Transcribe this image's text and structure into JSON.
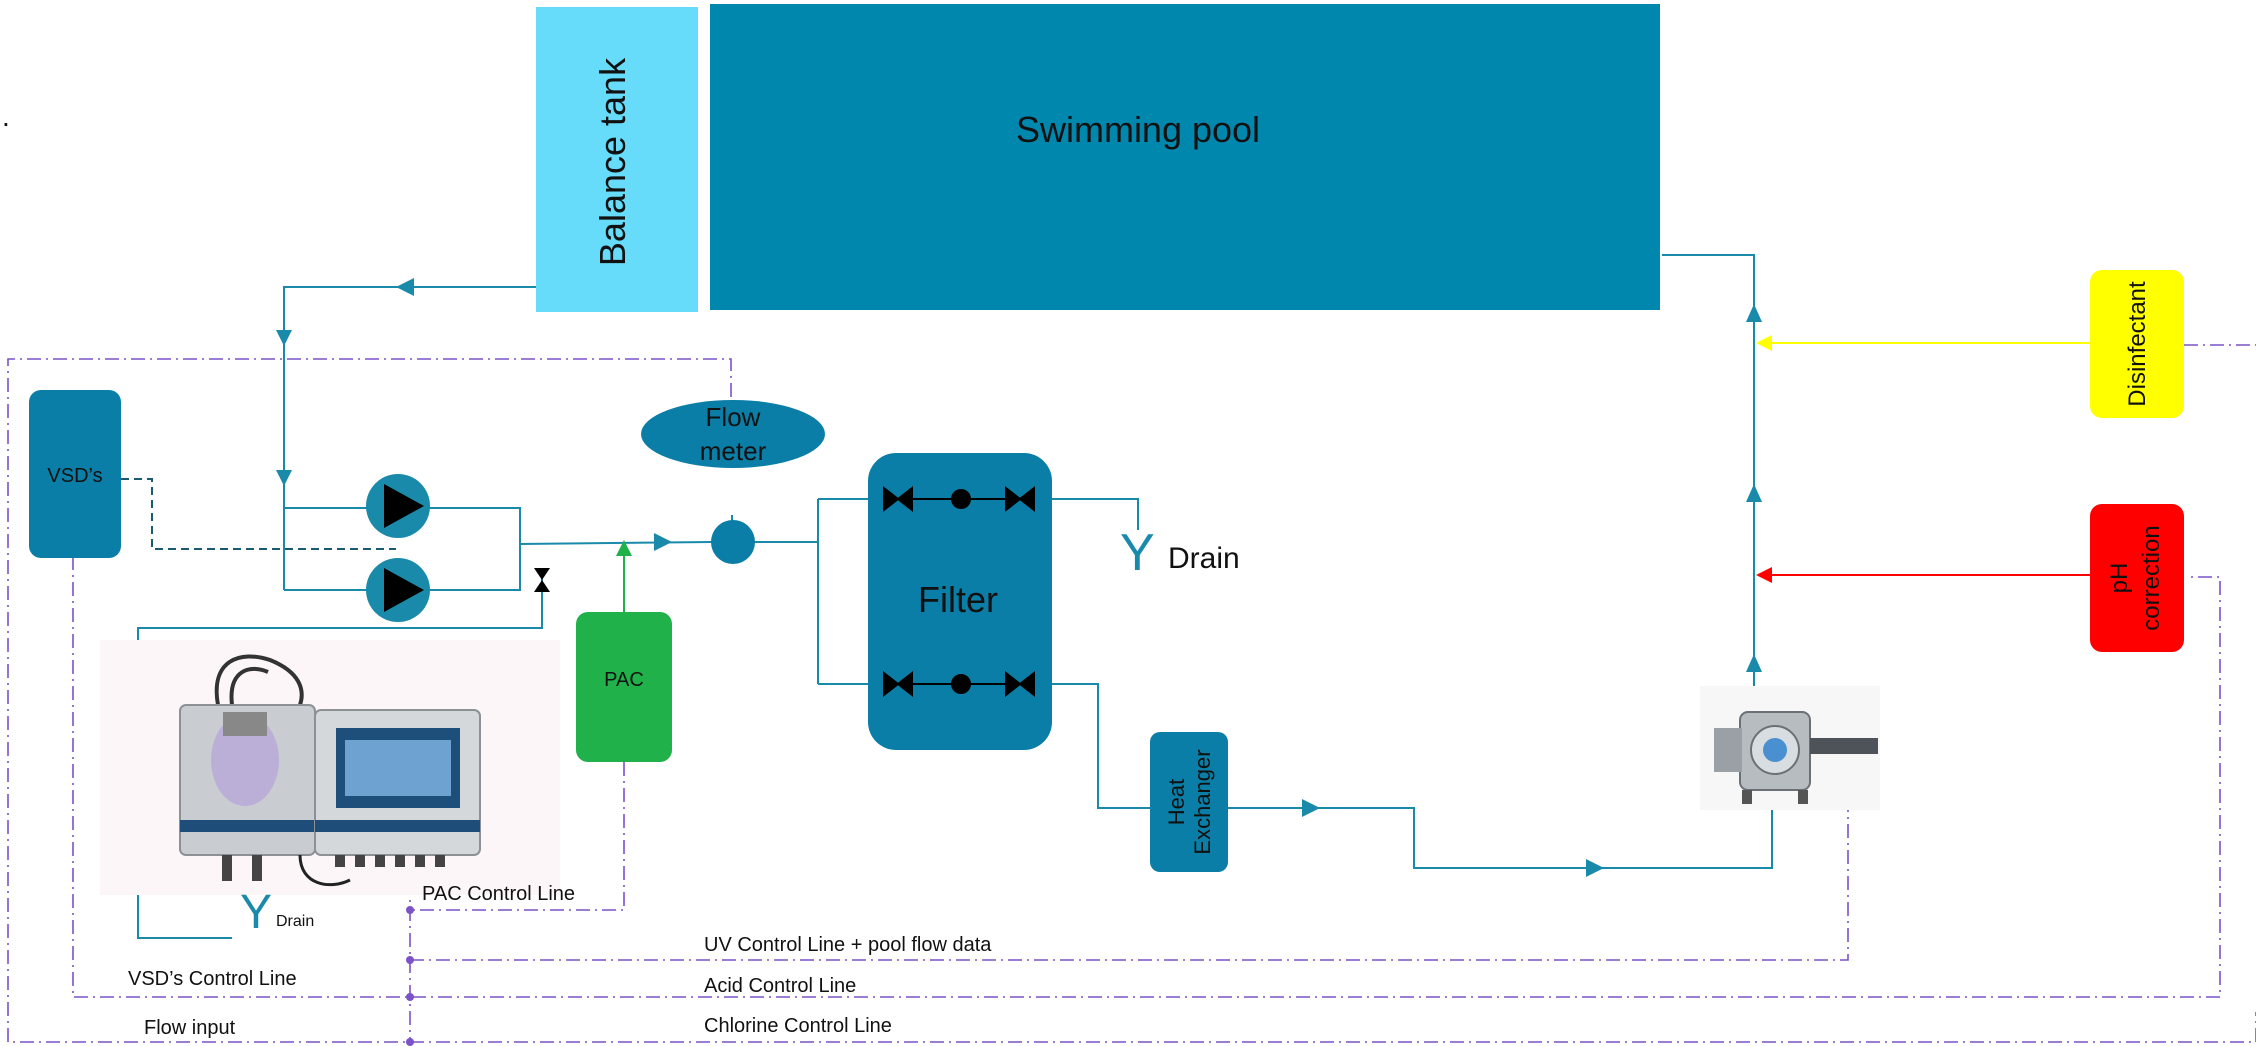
{
  "stray_mark": ".",
  "labels": {
    "pool": "Swimming pool",
    "balance_tank": "Balance tank",
    "vsds": "VSD’s",
    "flow_meter_line1": "Flow",
    "flow_meter_line2": "meter",
    "filter": "Filter",
    "drain_symbol": "Y",
    "drain_right": "Drain",
    "drain_small": "Drain",
    "pac": "PAC",
    "heat_exchanger_line1": "Heat",
    "heat_exchanger_line2": "Exchanger",
    "disinfectant": "Disinfectant",
    "ph_line1": "pH",
    "ph_line2": "correction"
  },
  "control_lines": {
    "pac": "PAC Control Line",
    "uv": "UV Control Line + pool flow data",
    "vsd": "VSD’s Control Line",
    "acid": "Acid Control Line",
    "flow": "Flow input",
    "chlorine": "Chlorine Control Line"
  },
  "colors": {
    "pipe": "#1a8aaa",
    "pool": "#0087ae",
    "balance_tank": "#66dcfa",
    "equipment": "#0a7ea6",
    "pac": "#21b14b",
    "disinfectant": "#ffff00",
    "ph": "#ff0000",
    "control_line": "#7b52c8"
  },
  "icons": {
    "pump": "pump-icon",
    "valve": "valve-icon",
    "drain": "drain-icon",
    "controller": "dosing-controller-icon",
    "uv": "uv-reactor-icon"
  }
}
